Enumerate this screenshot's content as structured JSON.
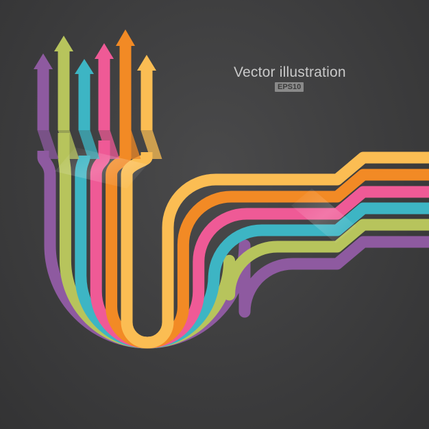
{
  "heading": {
    "title": "Vector illustration",
    "badge": "EPS10"
  },
  "palette": [
    "#8e5aa0",
    "#b7c45c",
    "#3db5c4",
    "#ef5a96",
    "#f28a25",
    "#fbbd53"
  ],
  "graphic": {
    "kind": "arrow-bands",
    "band_count": 6
  }
}
